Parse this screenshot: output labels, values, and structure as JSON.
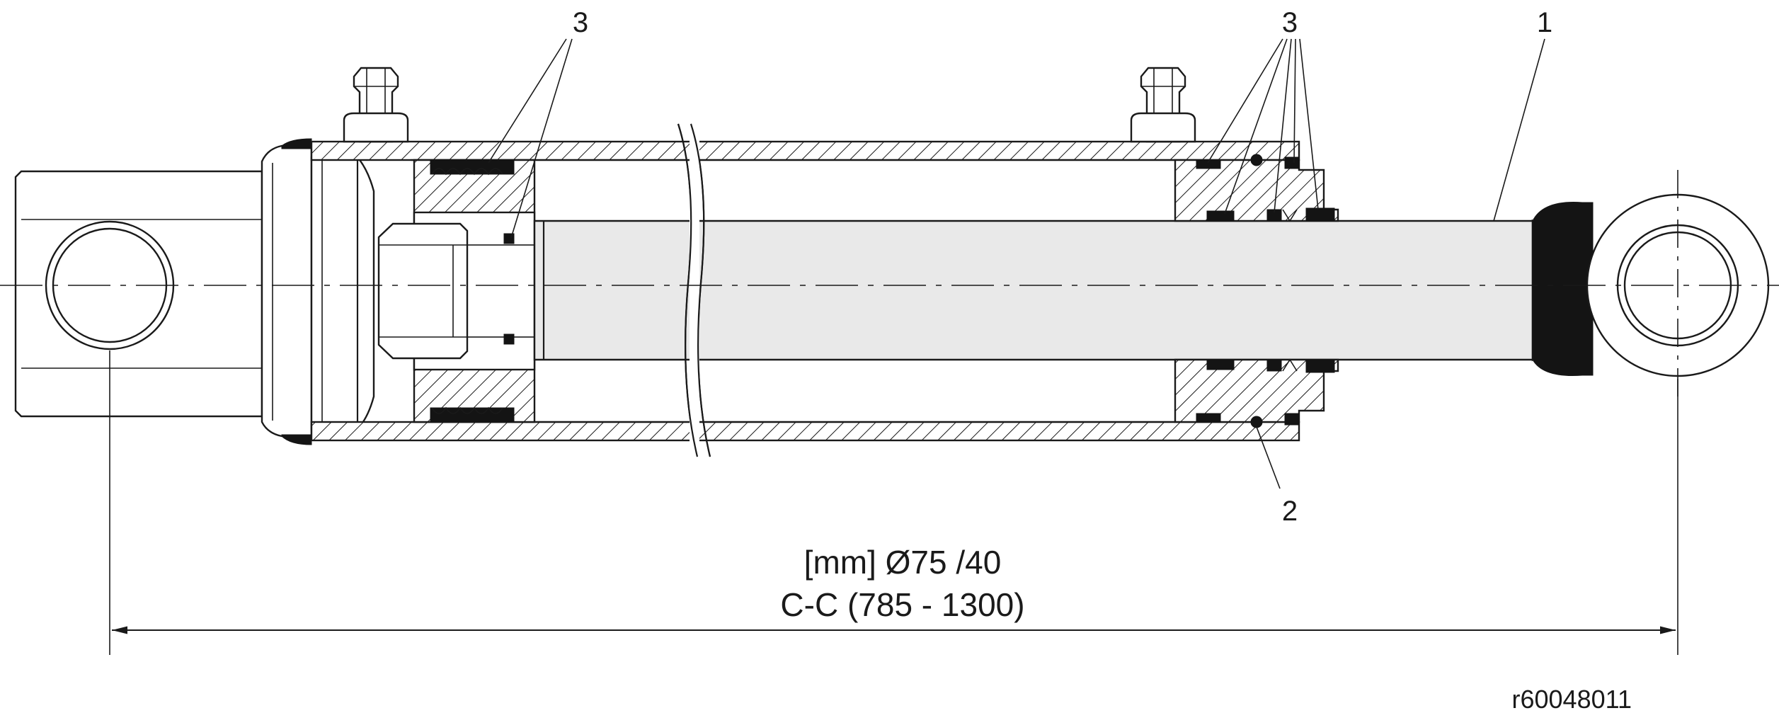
{
  "callouts": {
    "piston_seals": "3",
    "head_seals": "3",
    "rod": "1",
    "head_oring": "2"
  },
  "dimension": {
    "bore_rod": "[mm] Ø75 /40",
    "center_to_center": "C-C (785 - 1300)"
  },
  "reference": "r60048011",
  "colors": {
    "line": "#1a1a1a",
    "rod_fill": "#e9e9e9",
    "tube_fill": "#ffffff",
    "seal": "#141414"
  }
}
